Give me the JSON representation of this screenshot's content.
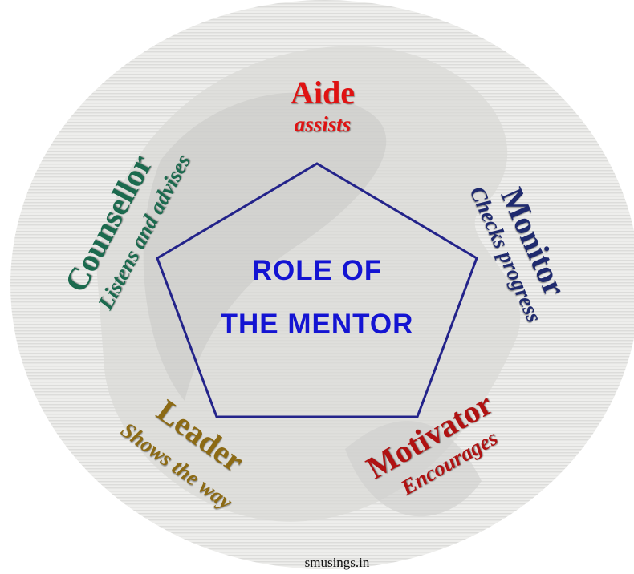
{
  "title": [
    "ROLE OF",
    "THE MENTOR"
  ],
  "roles": [
    {
      "name": "Aide",
      "desc": "assists",
      "color": "#e01212"
    },
    {
      "name": "Monitor",
      "desc": "Checks progress",
      "color": "#1f2a6e"
    },
    {
      "name": "Motivator",
      "desc": "Encourages",
      "color": "#b01212"
    },
    {
      "name": "Leader",
      "desc": "Shows the way",
      "color": "#8c6a14"
    },
    {
      "name": "Counsellor",
      "desc": "Listens and advises",
      "color": "#1b6a4e"
    }
  ],
  "credit": "smusings.in",
  "colors": {
    "pentagon": "#23238a",
    "title": "#1414d2",
    "coin": "#e4e4e2"
  }
}
